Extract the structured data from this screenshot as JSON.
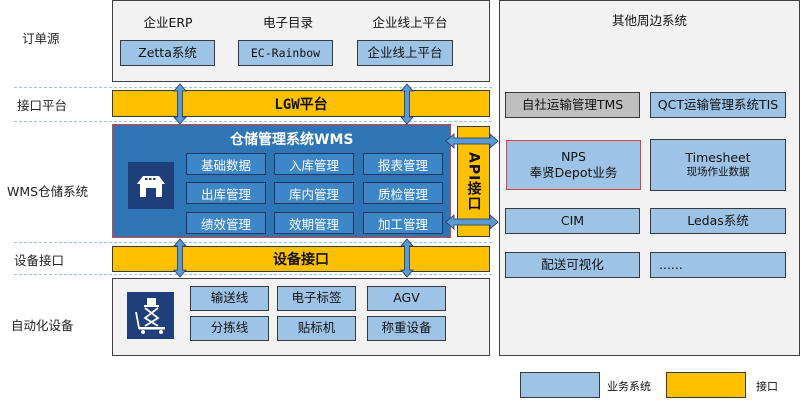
{
  "row_labels": {
    "order_source": "订单源",
    "interface_platform": "接口平台",
    "wms": "WMS仓储系统",
    "device_interface": "设备接口",
    "automation": "自动化设备"
  },
  "order_sources": [
    {
      "header": "企业ERP",
      "system": "Zetta系统"
    },
    {
      "header": "电子目录",
      "system": "EC-Rainbow"
    },
    {
      "header": "企业线上平台",
      "system": "企业线上平台"
    }
  ],
  "lgw_platform": "LGW平台",
  "wms": {
    "title": "仓储管理系统WMS",
    "icon": "warehouse-icon",
    "modules": [
      "基础数据",
      "入库管理",
      "报表管理",
      "出库管理",
      "库内管理",
      "质检管理",
      "绩效管理",
      "效期管理",
      "加工管理"
    ]
  },
  "api_interface": "API接口",
  "device_interface": "设备接口",
  "automation": {
    "icon": "scissor-lift-cart-icon",
    "devices": [
      "输送线",
      "电子标签",
      "AGV",
      "分拣线",
      "贴标机",
      "称重设备"
    ]
  },
  "peripheral": {
    "title": "其他周边系统",
    "systems": [
      {
        "line1": "自社运输管理TMS",
        "style": "gray"
      },
      {
        "line1": "QCT运输管理系统TIS",
        "style": "blue"
      },
      {
        "line1": "NPS",
        "line2": "奉贤Depot业务",
        "style": "red-border"
      },
      {
        "line1": "Timesheet",
        "line2": "现场作业数据",
        "style": "blue"
      },
      {
        "line1": "CIM",
        "style": "blue"
      },
      {
        "line1": "Ledas系统",
        "style": "blue"
      },
      {
        "line1": "配送可视化",
        "style": "blue"
      },
      {
        "line1": "......",
        "style": "blue"
      }
    ]
  },
  "legend": {
    "business_system": "业务系统",
    "interface": "接口"
  },
  "colors": {
    "business_system": "#9dc3e6",
    "interface": "#ffc000",
    "wms": "#2e75b6",
    "highlight_border": "#e0403e"
  }
}
